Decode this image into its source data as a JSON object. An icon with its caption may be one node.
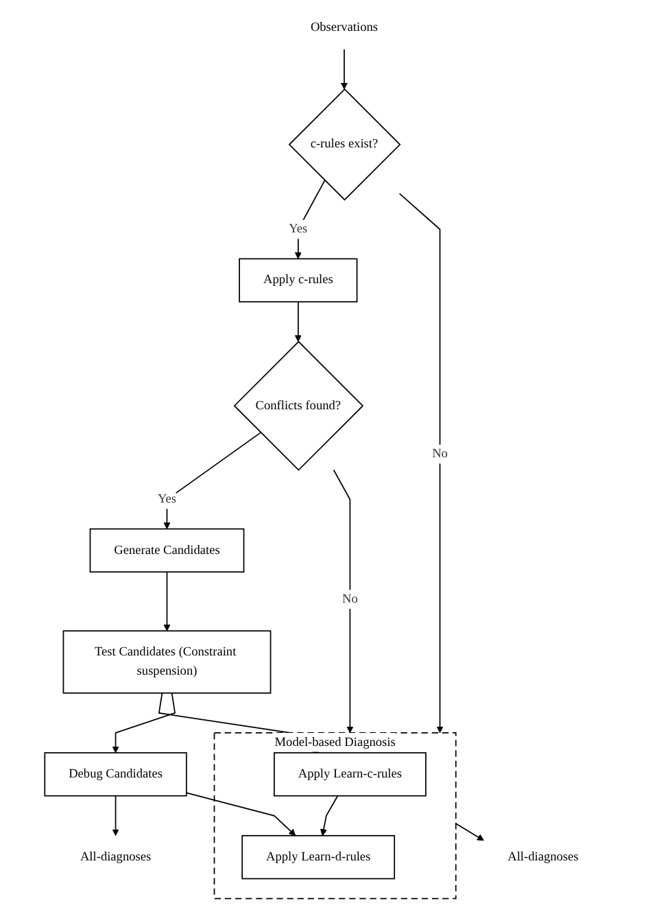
{
  "diagram": {
    "nodes": [
      {
        "text": [
          "Observations"
        ]
      },
      {
        "text": [
          "c-rules exist?"
        ]
      },
      {
        "text": [
          "Apply c-rules"
        ]
      },
      {
        "text": [
          "Conflicts found?"
        ]
      },
      {
        "text": [
          "Generate Candidates"
        ]
      },
      {
        "text": [
          "Test Candidates (Constraint suspension)"
        ]
      },
      {
        "text": [
          "Debug Candidates"
        ]
      },
      {
        "text": [
          "Model-based Diagnosis"
        ]
      },
      {
        "text": [
          "Apply Learn-c-rules"
        ],
        "in": 7
      },
      {
        "text": [
          "Apply Learn-d-rules"
        ],
        "in": 7
      },
      {
        "text": [
          "All-diagnoses"
        ]
      },
      {
        "text": [
          "All-diagnoses"
        ]
      }
    ],
    "edges": [
      {
        "from": 0,
        "to": 1,
        "arrow": "to"
      },
      {
        "from": 1,
        "to": 2,
        "arrow": "to",
        "label": "Yes"
      },
      {
        "from": 1,
        "to": 7,
        "arrow": "to",
        "label": "No"
      },
      {
        "from": 3,
        "to": 7,
        "arrow": "to",
        "label": "No"
      },
      {
        "from": 2,
        "to": 3,
        "arrow": "to"
      },
      {
        "from": 3,
        "to": 4,
        "arrow": "to",
        "label": "Yes"
      },
      {
        "from": 4,
        "to": 5,
        "arrow": "to"
      },
      {
        "from": 5,
        "to": 8,
        "arrow": "to"
      },
      {
        "from": 5,
        "to": 6,
        "arrow": "to"
      },
      {
        "from": 8,
        "to": 9,
        "arrow": "to"
      },
      {
        "from": 6,
        "to": 9,
        "arrow": "to"
      },
      {
        "from": 6,
        "to": 10,
        "arrow": "to"
      },
      {
        "from": 7,
        "to": 11,
        "arrow": "to"
      }
    ]
  }
}
